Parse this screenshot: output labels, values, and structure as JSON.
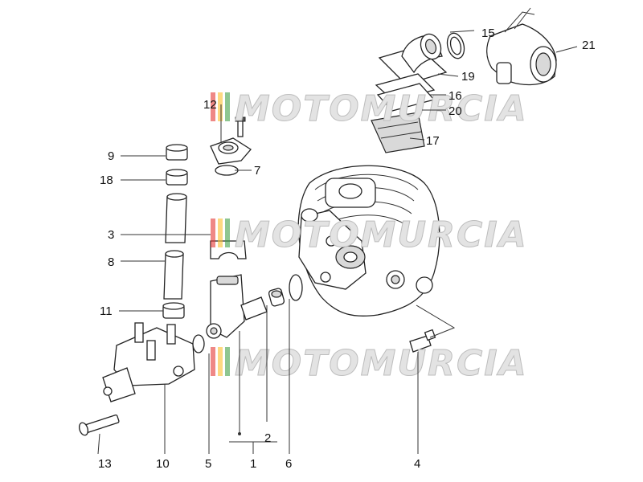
{
  "watermark": {
    "text": "MOTOMURCIA"
  },
  "callouts": {
    "c1": "1",
    "c2": "2",
    "c3": "3",
    "c4": "4",
    "c5": "5",
    "c6": "6",
    "c7": "7",
    "c8": "8",
    "c9": "9",
    "c10": "10",
    "c11": "11",
    "c12": "12",
    "c13": "13",
    "c15": "15",
    "c16": "16",
    "c17": "17",
    "c18": "18",
    "c19": "19",
    "c20": "20",
    "c21": "21"
  },
  "colors": {
    "line": "#222222",
    "watermark_fill": "#e3e3e3",
    "stripe_red": "#e53935",
    "stripe_yellow": "#fbc02d",
    "stripe_green": "#43a047"
  }
}
